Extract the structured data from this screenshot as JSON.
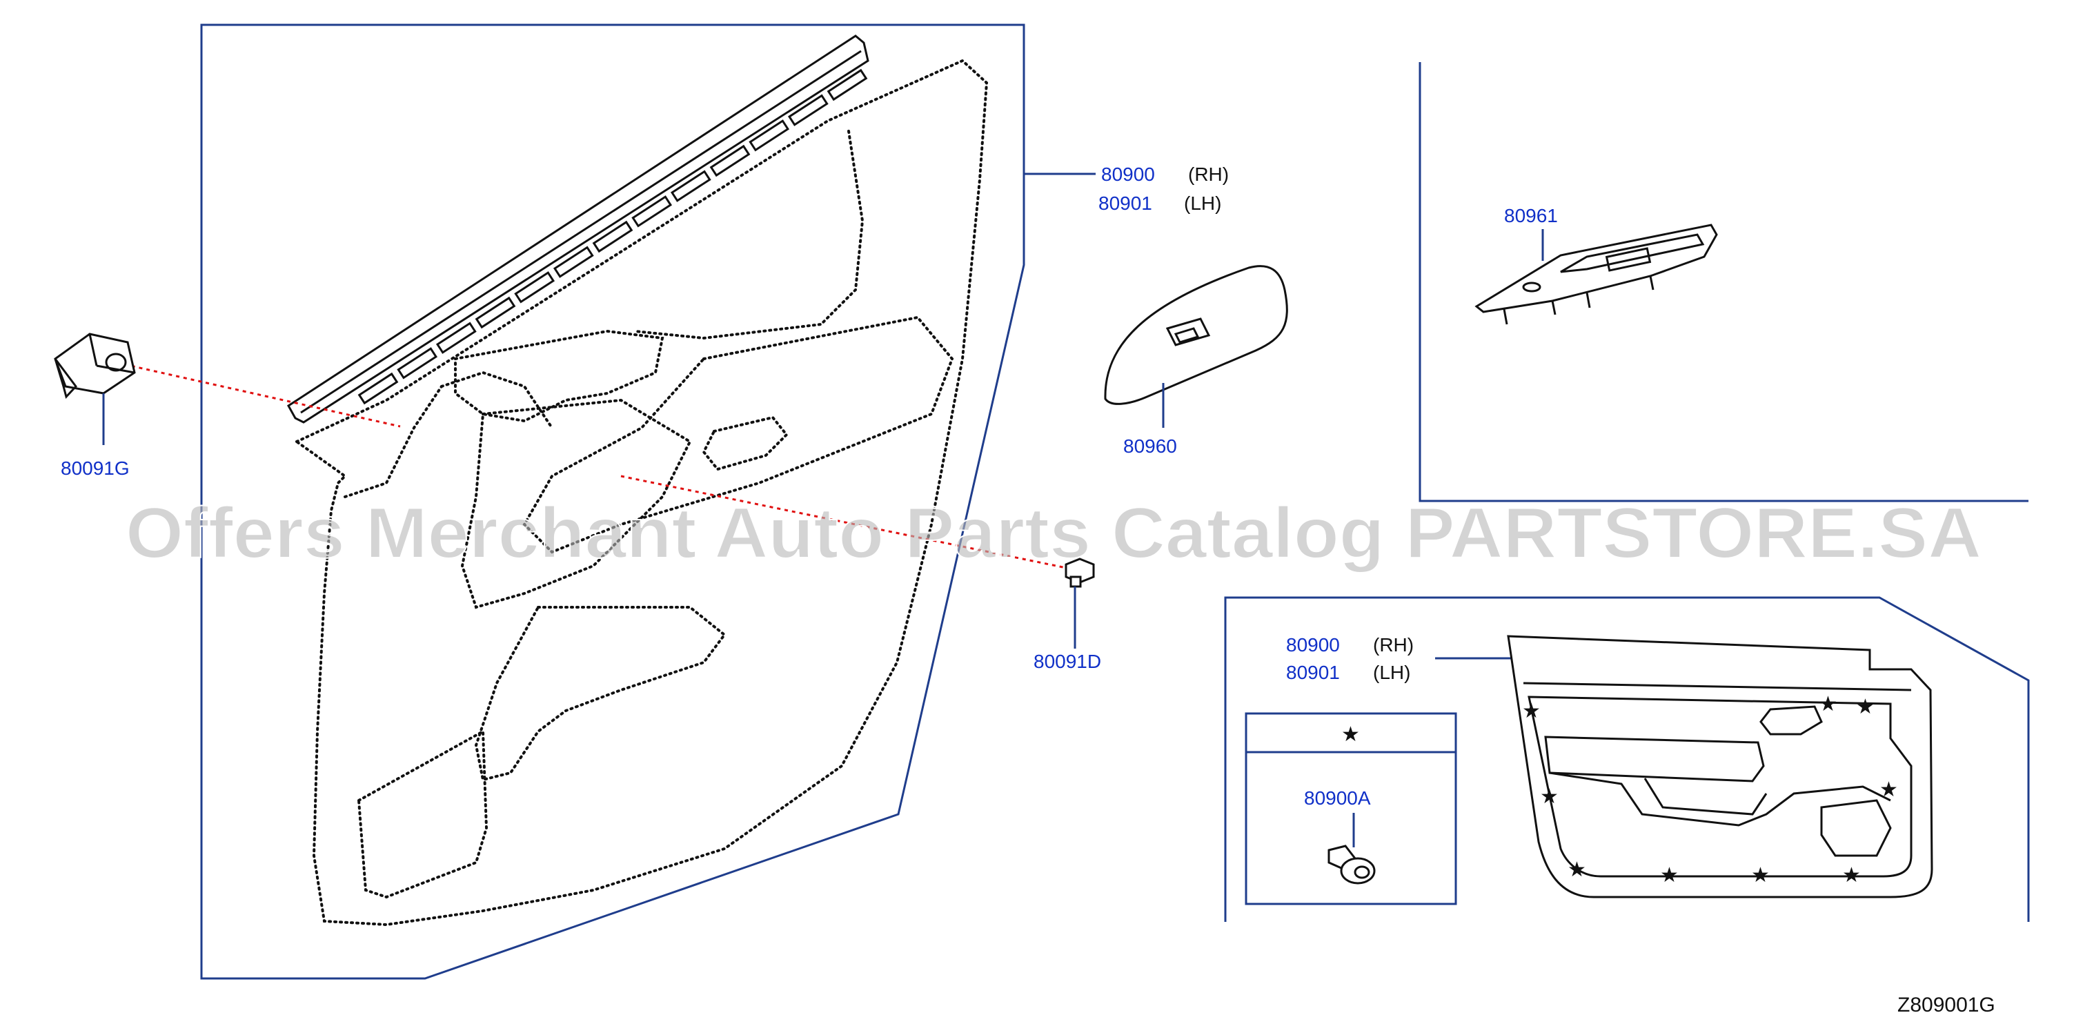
{
  "callouts": {
    "p80091g": "80091G",
    "p80900_main": "80900",
    "rh_main": "(RH)",
    "p80901_main": "80901",
    "lh_main": "(LH)",
    "p80960": "80960",
    "p80091d": "80091D",
    "p80961": "80961",
    "p80900_inset": "80900",
    "rh_inset": "(RH)",
    "p80901_inset": "80901",
    "lh_inset": "(LH)",
    "p80900a": "80900A"
  },
  "legend": {
    "symbol": "★"
  },
  "watermark": "Offers Merchant Auto Parts Catalog PARTSTORE.SA",
  "diagram_ref": "Z809001G",
  "colors": {
    "callout": "#1030c8",
    "frame": "#1f3d8c",
    "guide": "#e01010"
  },
  "icons": {
    "star": "star-icon",
    "clip": "clip-icon",
    "screw": "screw-icon"
  }
}
